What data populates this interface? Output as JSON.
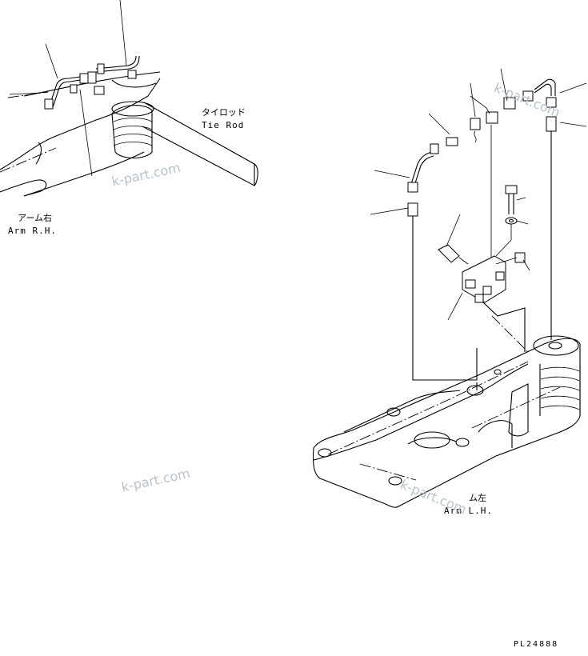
{
  "labels": {
    "tie_rod_jp": "タイロッド",
    "tie_rod_en": "Tie Rod",
    "arm_rh_jp": "アーム右",
    "arm_rh_en": "Arm R.H.",
    "arm_lh_jp": "ム左",
    "arm_lh_en": "Arm L.H.",
    "drawing_number": "PL24888"
  },
  "watermarks": [
    "k-part.com",
    "k-part.com",
    "k-part.com",
    "k-part.com"
  ],
  "colors": {
    "line": "#000000",
    "watermark": "#b9c2cc",
    "background": "#ffffff"
  }
}
